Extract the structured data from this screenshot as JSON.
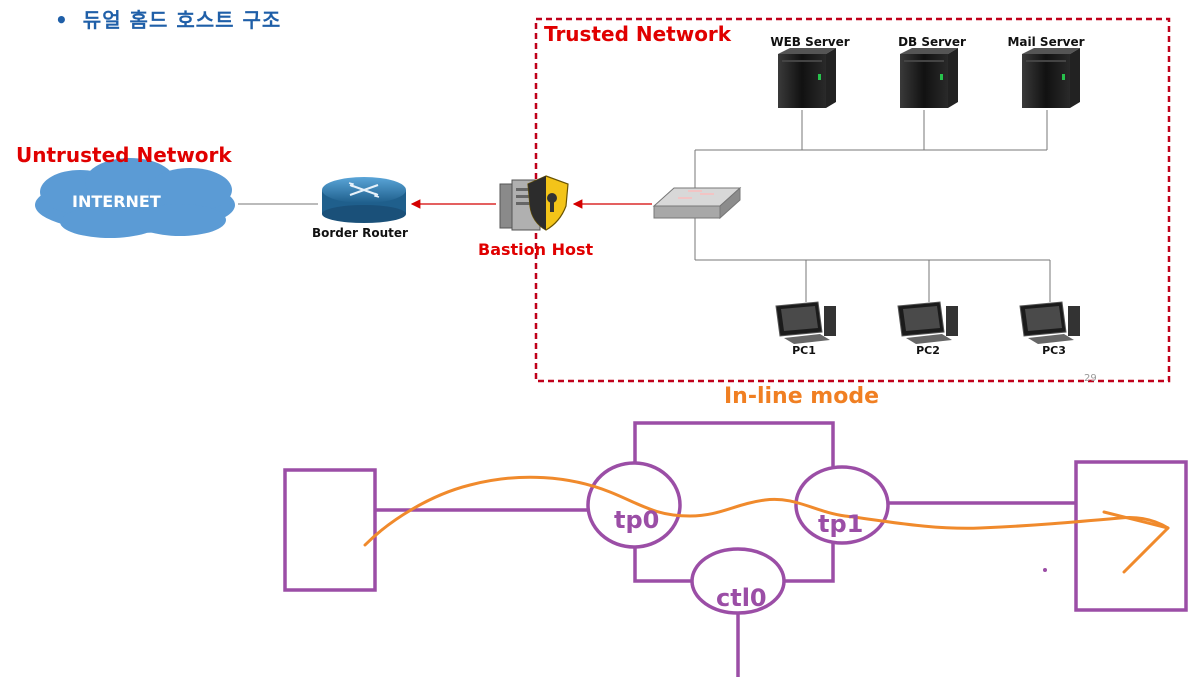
{
  "header": {
    "bullet": "•",
    "title": "듀얼 홈드 호스트 구조"
  },
  "top_diagram": {
    "trusted_label": "Trusted Network",
    "untrusted_label": "Untrusted Network",
    "internet_label": "INTERNET",
    "router_label": "Border Router",
    "bastion_label": "Bastion Host",
    "servers": [
      {
        "label": "WEB Server"
      },
      {
        "label": "DB Server"
      },
      {
        "label": "Mail Server"
      }
    ],
    "pcs": [
      {
        "label": "PC1"
      },
      {
        "label": "PC2"
      },
      {
        "label": "PC3"
      }
    ],
    "page_number": "29",
    "colors": {
      "trusted_border": "#c0001a",
      "red_text": "#e00000",
      "cloud": "#5b9bd5",
      "router": "#2e6f9a"
    }
  },
  "bottom_diagram": {
    "title": "In-line mode",
    "port_tp0": "tp0",
    "port_tp1": "tp1",
    "port_ctl0": "ctl0",
    "colors": {
      "title": "#f07f22",
      "box": "#9b4ea6",
      "flow": "#f08a2c"
    }
  }
}
